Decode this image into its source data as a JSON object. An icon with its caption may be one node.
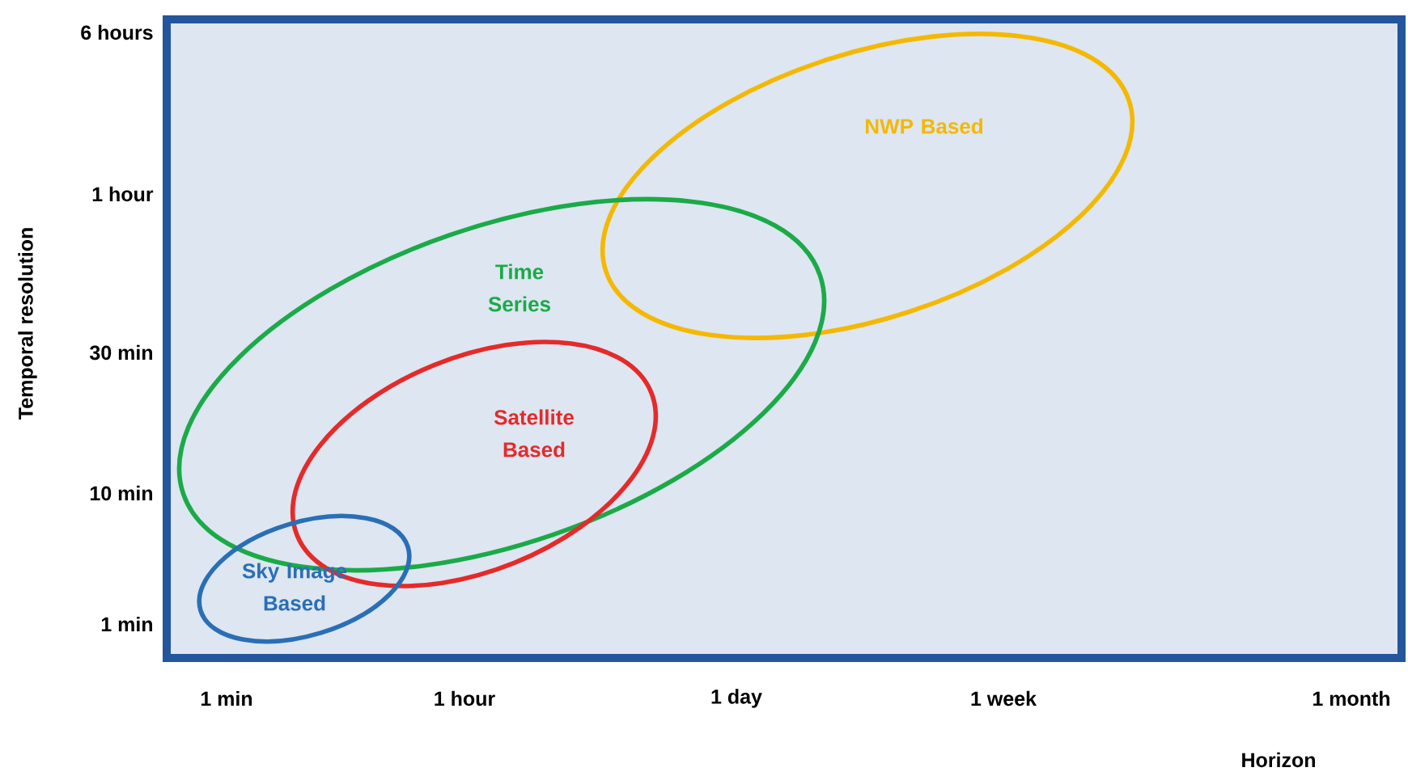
{
  "diagram": {
    "nodes": [
      {
        "text": [
          "NWP Based"
        ]
      },
      {
        "text": [
          "Time Series"
        ]
      },
      {
        "text": [
          "Satellite Based"
        ]
      },
      {
        "text": [
          "Sky Image Based"
        ]
      }
    ],
    "labels": [
      "6 hours",
      "1 hour",
      "30 min",
      "10 min",
      "1 min",
      "Temporal resolution",
      "1 min",
      "1 hour",
      "1 day",
      "1 week",
      "1 month",
      "Horizon"
    ]
  }
}
